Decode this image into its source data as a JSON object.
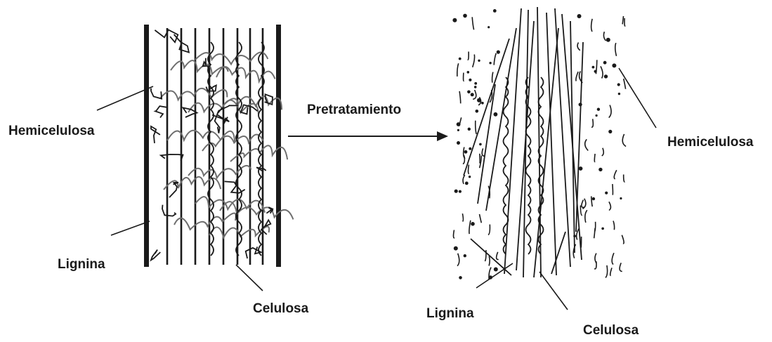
{
  "arrow_label": "Pretratamiento",
  "before": {
    "hemicellulose_label": "Hemicelulosa",
    "lignin_label": "Lignina",
    "cellulose_label": "Celulosa"
  },
  "after": {
    "hemicellulose_label": "Hemicelulosa",
    "lignin_label": "Lignina",
    "cellulose_label": "Celulosa"
  },
  "colors": {
    "ink": "#1a1a1a",
    "grey_ink": "#6e6e6e"
  }
}
